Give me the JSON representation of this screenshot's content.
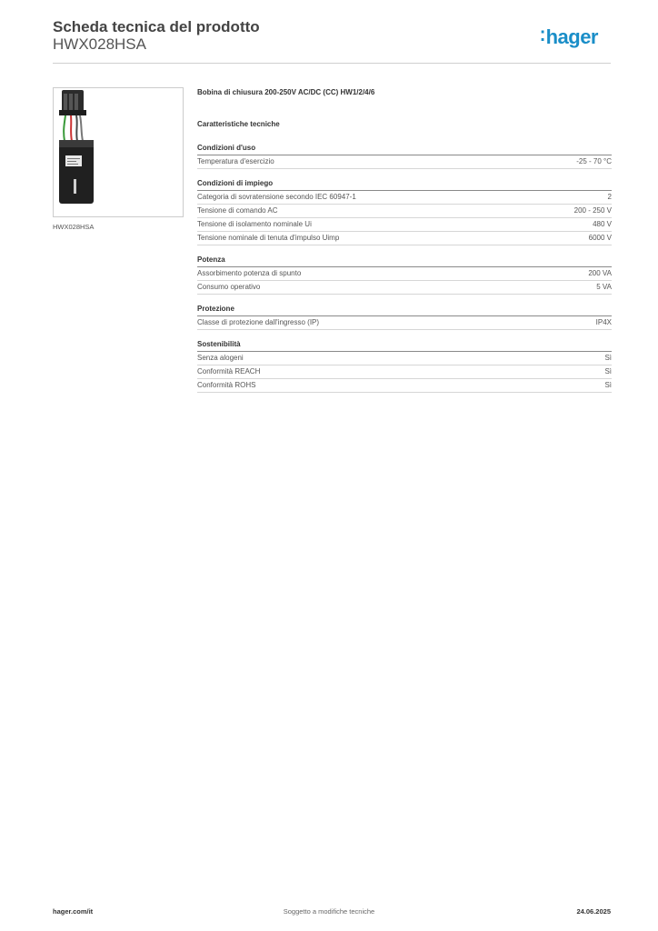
{
  "header": {
    "title": "Scheda tecnica del prodotto",
    "code": "HWX028HSA",
    "logo": "hager"
  },
  "product": {
    "image_caption": "HWX028HSA",
    "description": "Bobina di chiusura 200-250V AC/DC (CC) HW1/2/4/6",
    "specs_heading": "Caratteristiche tecniche",
    "groups": [
      {
        "title": "Condizioni d'uso",
        "rows": [
          {
            "label": "Temperatura d'esercizio",
            "value": "-25 - 70 °C"
          }
        ]
      },
      {
        "title": "Condizioni di impiego",
        "rows": [
          {
            "label": "Categoria di sovratensione secondo IEC 60947-1",
            "value": "2"
          },
          {
            "label": "Tensione di comando AC",
            "value": "200 - 250 V"
          },
          {
            "label": "Tensione di isolamento nominale Ui",
            "value": "480 V"
          },
          {
            "label": "Tensione nominale di tenuta d'impulso Uimp",
            "value": "6000 V"
          }
        ]
      },
      {
        "title": "Potenza",
        "rows": [
          {
            "label": "Assorbimento potenza di spunto",
            "value": "200 VA"
          },
          {
            "label": "Consumo operativo",
            "value": "5 VA"
          }
        ]
      },
      {
        "title": "Protezione",
        "rows": [
          {
            "label": "Classe di protezione dall'ingresso (IP)",
            "value": "IP4X"
          }
        ]
      },
      {
        "title": "Sostenibilità",
        "rows": [
          {
            "label": "Senza alogeni",
            "value": "Sì"
          },
          {
            "label": "Conformità REACH",
            "value": "Sì"
          },
          {
            "label": "Conformità ROHS",
            "value": "Sì"
          }
        ]
      }
    ]
  },
  "footer": {
    "website": "hager.com/it",
    "notice": "Soggetto a modifiche tecniche",
    "date": "24.06.2025"
  },
  "colors": {
    "brand": "#1a8ec8"
  }
}
